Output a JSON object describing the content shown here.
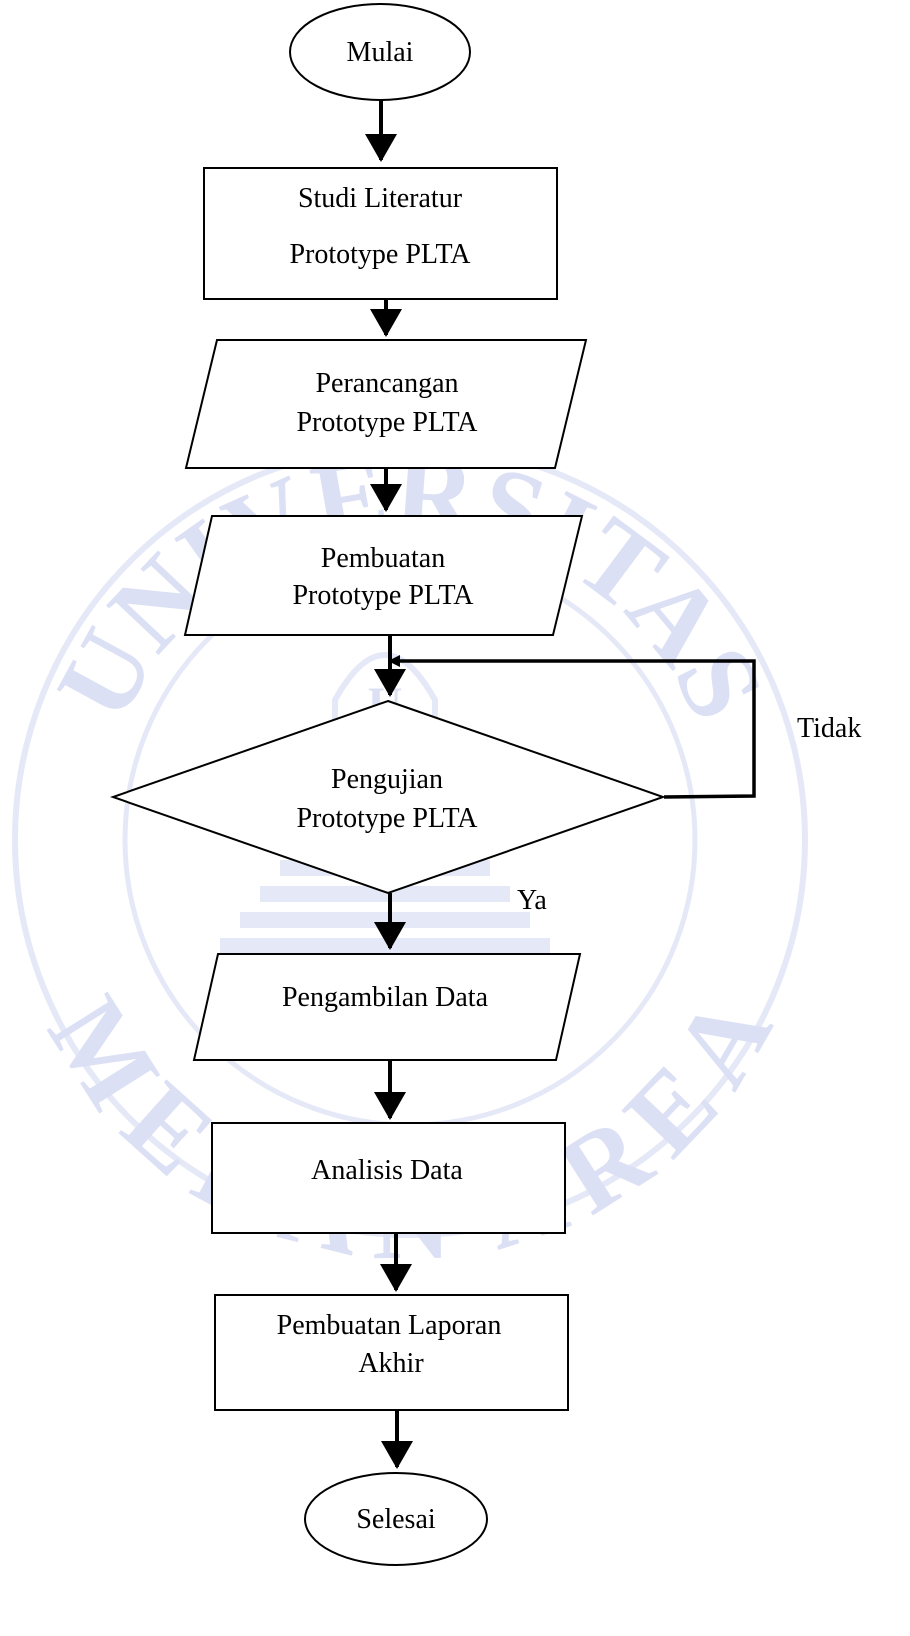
{
  "watermark": {
    "text_top": "UNIVERSITAS",
    "text_bottom": "MEDAN AREA",
    "emblem_letters": [
      "U",
      "M",
      "A"
    ],
    "color": "#d9ddf3"
  },
  "flowchart": {
    "start": {
      "label": "Mulai"
    },
    "literature": {
      "line1": "Studi Literatur",
      "line2": "Prototype PLTA"
    },
    "design": {
      "line1": "Perancangan",
      "line2": "Prototype PLTA"
    },
    "build": {
      "line1": "Pembuatan",
      "line2": "Prototype PLTA"
    },
    "test": {
      "line1": "Pengujian",
      "line2": "Prototype PLTA"
    },
    "no_label": "Tidak",
    "yes_label": "Ya",
    "data_collection": {
      "label": "Pengambilan Data"
    },
    "analysis": {
      "label": "Analisis Data"
    },
    "report": {
      "line1": "Pembuatan Laporan",
      "line2": "Akhir"
    },
    "end": {
      "label": "Selesai"
    }
  },
  "colors": {
    "stroke": "#000000",
    "fill": "#ffffff",
    "watermark": "#d9ddf3"
  }
}
